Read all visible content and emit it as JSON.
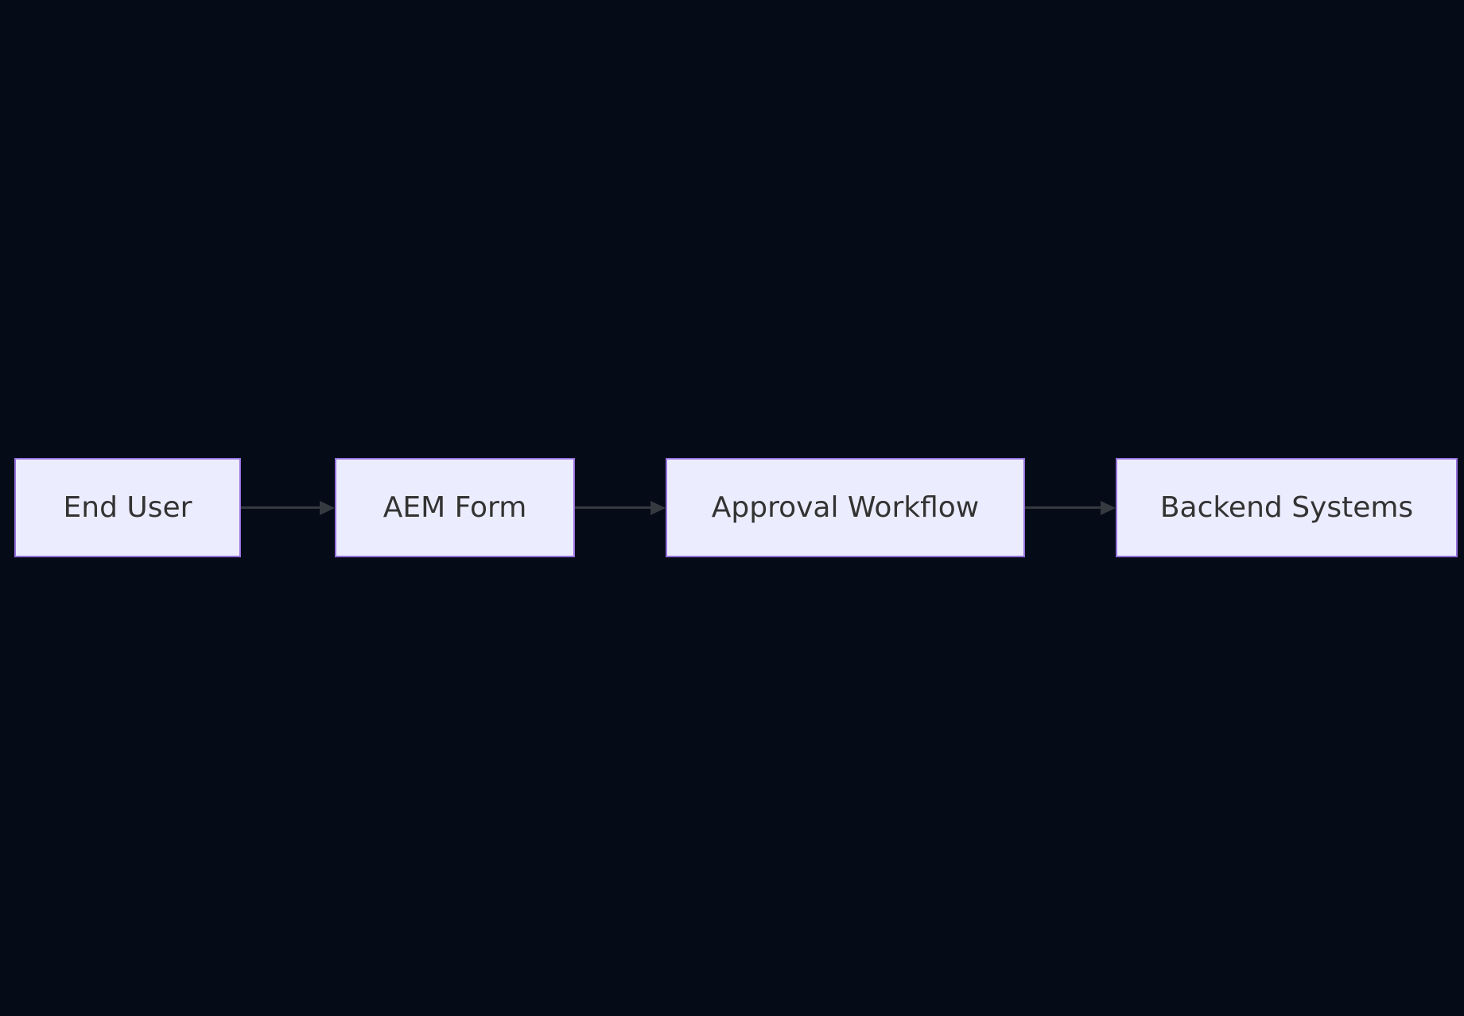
{
  "diagram": {
    "type": "flowchart",
    "direction": "left-to-right",
    "nodes": [
      {
        "id": "end-user",
        "label": "End User"
      },
      {
        "id": "aem-form",
        "label": "AEM Form"
      },
      {
        "id": "approval-workflow",
        "label": "Approval Workflow"
      },
      {
        "id": "backend-systems",
        "label": "Backend Systems"
      }
    ],
    "edges": [
      {
        "from": "End User",
        "to": "AEM Form",
        "label": ""
      },
      {
        "from": "AEM Form",
        "to": "Approval Workflow",
        "label": ""
      },
      {
        "from": "Approval Workflow",
        "to": "Backend Systems",
        "label": ""
      }
    ]
  },
  "theme": {
    "background": "#050B17",
    "node_fill": "#ECECFF",
    "node_border": "#9370DB",
    "node_text": "#333333",
    "edge_color": "#343a40"
  }
}
